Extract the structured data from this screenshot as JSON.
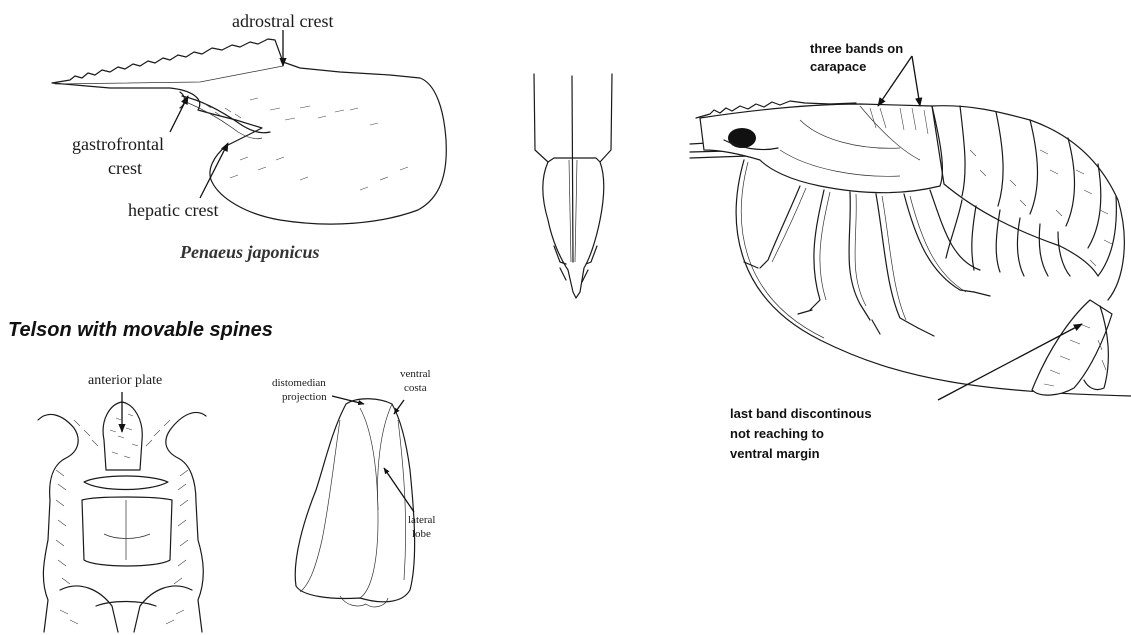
{
  "figure_a": {
    "labels": {
      "adrostral": "adrostral crest",
      "gastrofrontal_1": "gastrofrontal",
      "gastrofrontal_2": "crest",
      "hepatic": "hepatic crest"
    },
    "species": "Penaeus japonicus"
  },
  "section_heading": "Telson with movable spines",
  "figure_d": {
    "label": "anterior plate"
  },
  "figure_e": {
    "distomedian_1": "distomedian",
    "distomedian_2": "projection",
    "ventral_1": "ventral",
    "ventral_2": "costa",
    "lateral_1": "lateral",
    "lateral_2": "lobe"
  },
  "figure_f": {
    "bands_1": "three bands on",
    "bands_2": "carapace",
    "last_1": "last band discontinous",
    "last_2": "not reaching to",
    "last_3": "ventral margin"
  },
  "colors": {
    "ink": "#1a1a1a",
    "background": "#ffffff"
  }
}
